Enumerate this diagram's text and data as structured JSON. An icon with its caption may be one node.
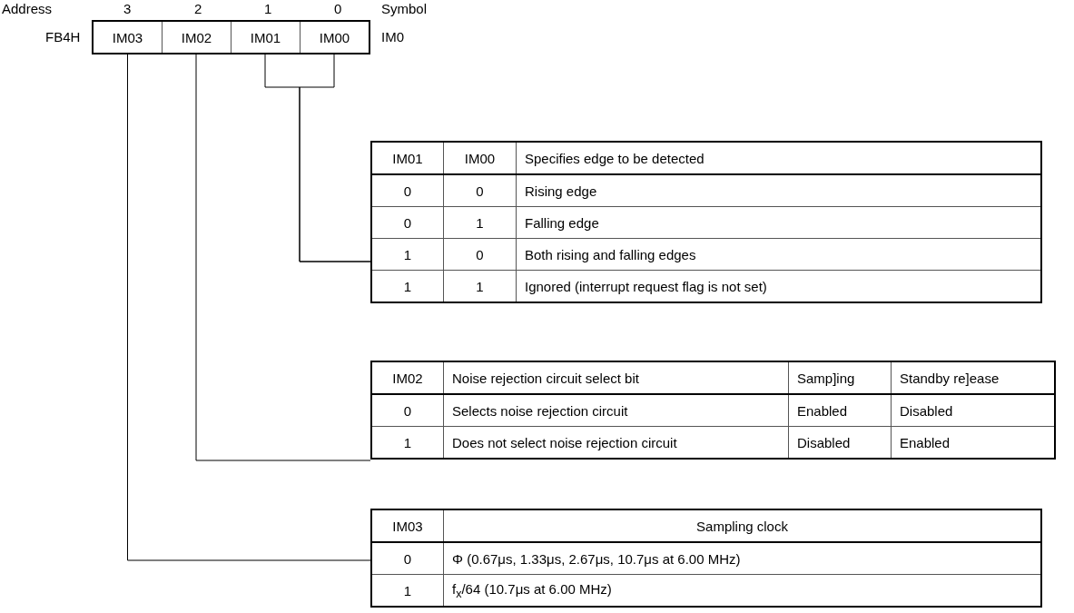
{
  "diagram": {
    "nodes": [
      {
        "text": [],
        "shape": "box"
      },
      {
        "text": [
          "IM03"
        ],
        "in": 0
      },
      {
        "text": [
          "IM02"
        ],
        "in": 0
      },
      {
        "text": [
          "IM01"
        ],
        "in": 0
      },
      {
        "text": [
          "IM00"
        ],
        "in": 0
      },
      {
        "text": [
          "IM01",
          "IM00",
          "Specifies edge to be detected",
          "0",
          "0",
          "Rising edge",
          "0",
          "1",
          "Falling edge",
          "1",
          "0",
          "Both rising and falling edges",
          "1",
          "1",
          "Ignored (interrupt request flag is not set)"
        ]
      },
      {
        "text": [
          "IM02",
          "Noise rejection circuit select bit",
          "Samp]ing",
          "Standby re]ease",
          "0",
          "Selects noise rejection circuit",
          "Enabled",
          "Disabled",
          "1",
          "Does not select noise rejection circuit",
          "Disabled",
          "Enabled"
        ]
      },
      {
        "text": [
          "IM03",
          "Sampling clock",
          "0",
          "Φ  (0.67μs, 1.33μs, 2.67μs, 10.7μs at 6.00 MHz)",
          "1",
          "f$_{x}$/64 (10.7μs at 6.00 MHz)"
        ]
      }
    ],
    "edges": [
      {
        "from": 3,
        "to": 5,
        "arrow": "none"
      },
      {
        "from": 4,
        "to": 5,
        "arrow": "none"
      },
      {
        "from": 2,
        "to": 6,
        "arrow": "none"
      },
      {
        "from": 1,
        "to": 7,
        "arrow": "none"
      }
    ],
    "labels": [
      "Address",
      "3",
      "2",
      "1",
      "0",
      "Symbol",
      "FB4H",
      "IM0"
    ]
  }
}
